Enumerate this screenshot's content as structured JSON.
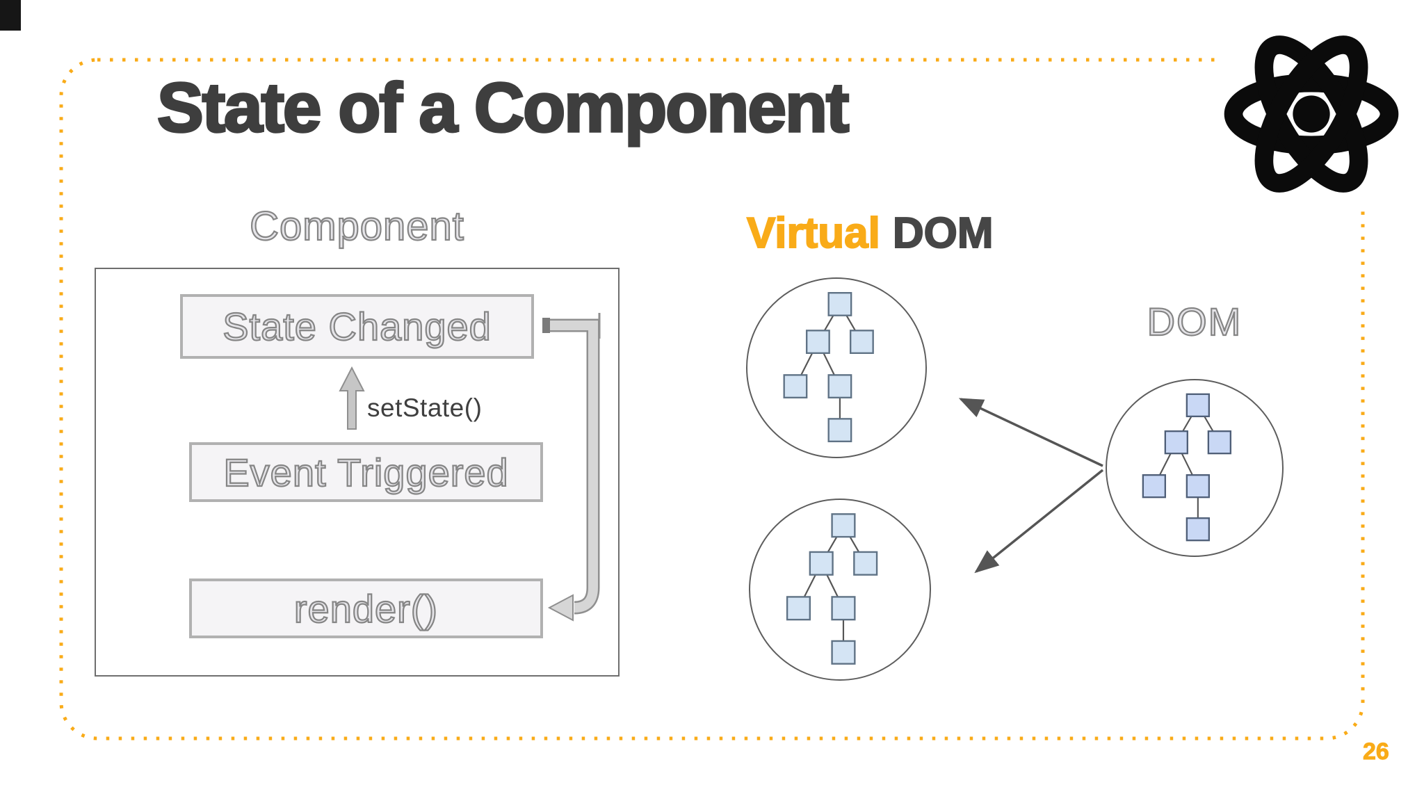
{
  "slide": {
    "title": "State of a Component",
    "page_number": "26"
  },
  "icons": {
    "top_right": "react-atom-logo"
  },
  "colors": {
    "accent_amber": "#F9AB18",
    "title_gray": "#3E3E3E",
    "heading_dark": "#464646",
    "outline_text_fill": "#e6e5e9",
    "outline_text_stroke": "#858585",
    "flow_box_fill": "#f5f4f6",
    "flow_box_border": "#b1b1b1",
    "pipe_fill": "#d6d6d6",
    "pipe_outline": "#8f8f8f",
    "arrow_gray": "#555555",
    "tree_square_fill_vdom": "#d4e4f4",
    "tree_square_stroke_vdom": "#5f7285",
    "tree_square_fill_dom": "#c9d8f5",
    "tree_square_stroke_dom": "#4f5f78"
  },
  "component_panel": {
    "label": "Component",
    "state_changed": "State Changed",
    "set_state_label": "setState()",
    "event_triggered": "Event Triggered",
    "render": "render()"
  },
  "dom_panel": {
    "virtual_accent": "Virtual",
    "virtual_rest": "DOM",
    "dom_label": "DOM",
    "virtual_dom_tree_count": 2,
    "dom_tree_count": 1,
    "nodes_per_tree": 6
  }
}
